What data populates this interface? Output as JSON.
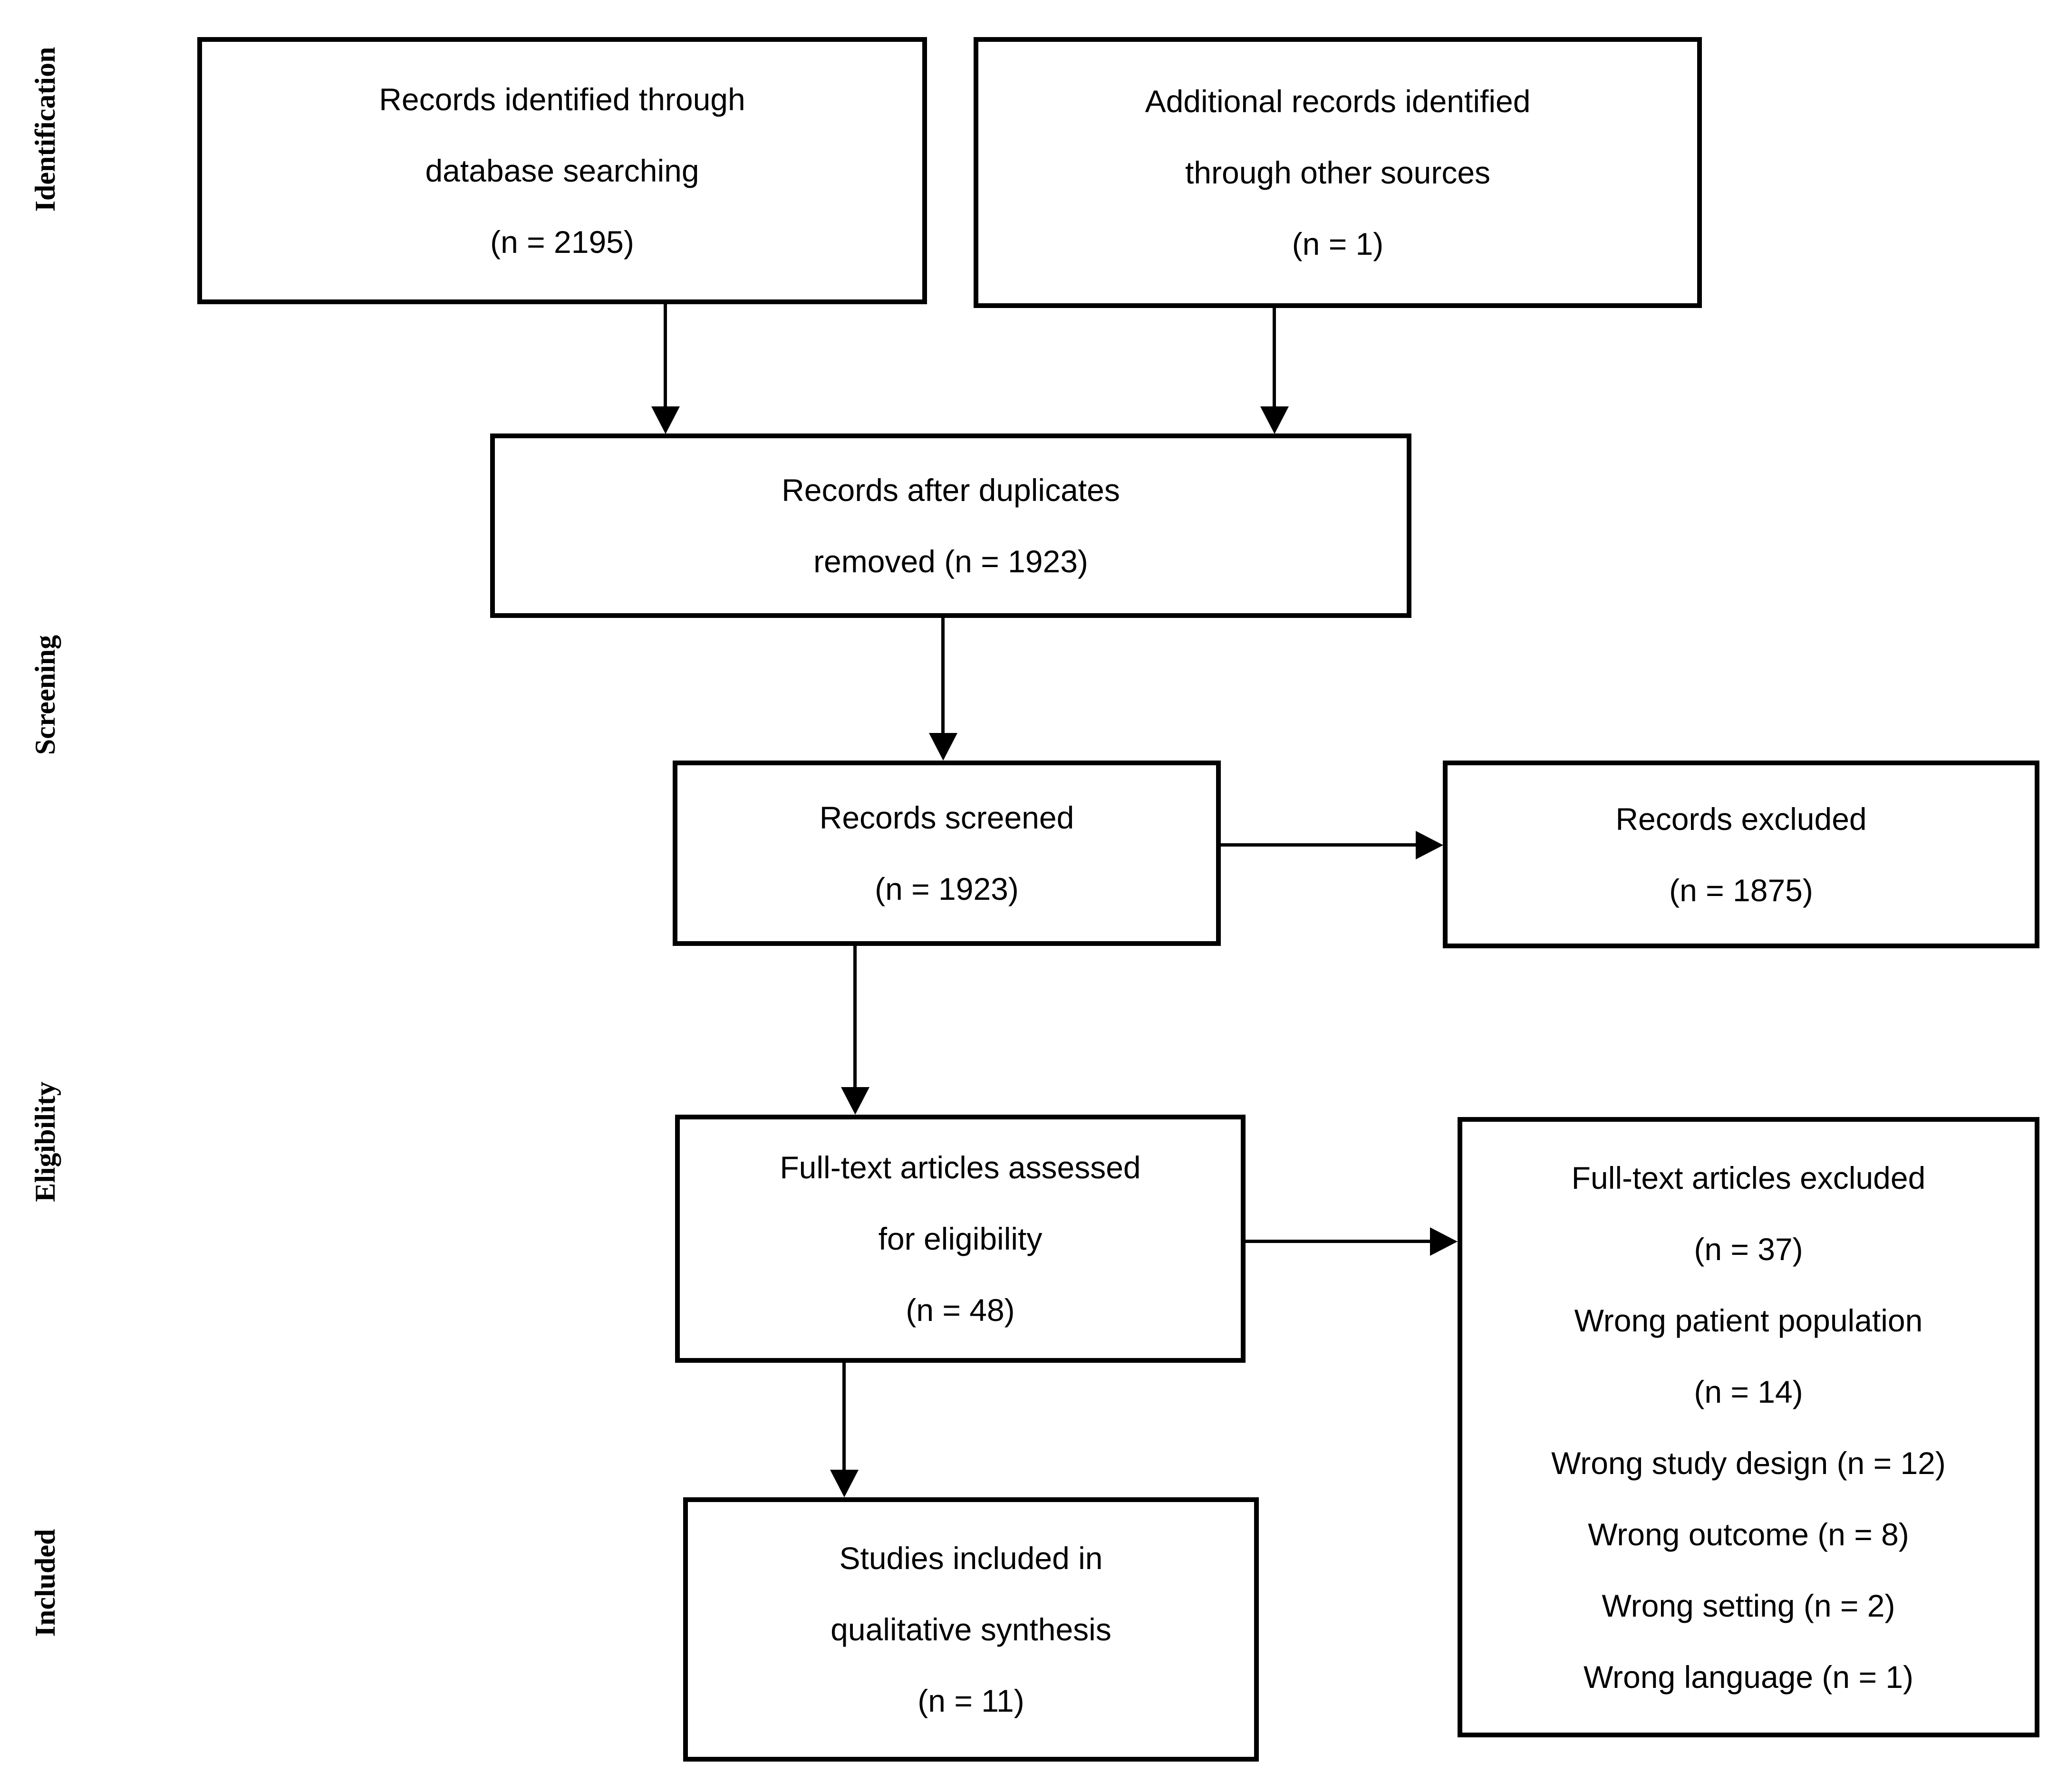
{
  "diagram_type": "PRISMA flow diagram",
  "stages": {
    "identification": "Identification",
    "screening": "Screening",
    "eligibility": "Eligibility",
    "included": "Included"
  },
  "boxes": {
    "records_identified": {
      "lines": [
        "Records identified through",
        "database searching",
        "(n = 2195)"
      ]
    },
    "additional_records": {
      "lines": [
        "Additional records identified",
        "through other sources",
        "(n = 1)"
      ]
    },
    "after_duplicates": {
      "lines": [
        "Records after duplicates",
        "removed (n = 1923)"
      ]
    },
    "records_screened": {
      "lines": [
        "Records screened",
        "(n = 1923)"
      ]
    },
    "records_excluded": {
      "lines": [
        "Records excluded",
        "(n = 1875)"
      ]
    },
    "fulltext_assessed": {
      "lines": [
        "Full-text articles assessed",
        "for eligibility",
        "(n = 48)"
      ]
    },
    "fulltext_excluded": {
      "lines": [
        "Full-text articles excluded",
        "(n = 37)",
        "Wrong patient population",
        "(n = 14)",
        "Wrong study design (n = 12)",
        "Wrong outcome (n = 8)",
        "Wrong setting (n = 2)",
        "Wrong language (n = 1)"
      ]
    },
    "studies_included": {
      "lines": [
        "Studies included in",
        "qualitative synthesis",
        "(n = 11)"
      ]
    }
  },
  "colors": {
    "box_border": "#000000",
    "text": "#000000",
    "arrow": "#000000",
    "background": "#ffffff"
  }
}
